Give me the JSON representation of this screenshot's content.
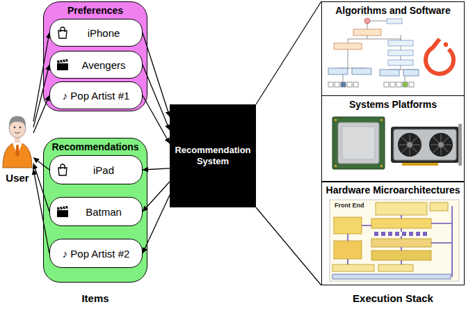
{
  "diagram": {
    "nodes": [
      {
        "text": [
          "Preferences"
        ]
      },
      {
        "text": [
          "iPhone"
        ],
        "in": 0
      },
      {
        "text": [
          "Avengers"
        ],
        "in": 0
      },
      {
        "text": [
          "♪ Pop Artist #1"
        ],
        "in": 0
      },
      {
        "text": [
          "Recommendations"
        ]
      },
      {
        "text": [
          "iPad"
        ],
        "in": 4
      },
      {
        "text": [
          "Batman"
        ],
        "in": 4
      },
      {
        "text": [
          "♪ Pop Artist #2"
        ],
        "in": 4
      },
      {
        "text": [
          "User"
        ]
      },
      {
        "text": [
          "Recommendation System"
        ]
      },
      {
        "text": [
          "Algorithms and Software"
        ]
      },
      {
        "text": [
          "Systems Platforms"
        ]
      },
      {
        "text": [
          "Hardware Microarchitectures"
        ]
      }
    ],
    "edges": [
      {
        "from": 8,
        "to": 1,
        "arrow": "to"
      },
      {
        "from": 8,
        "to": 2,
        "arrow": "to"
      },
      {
        "from": 8,
        "to": 3,
        "arrow": "to"
      },
      {
        "from": 1,
        "to": 9,
        "arrow": "to"
      },
      {
        "from": 2,
        "to": 9,
        "arrow": "to"
      },
      {
        "from": 3,
        "to": 9,
        "arrow": "to"
      },
      {
        "from": 9,
        "to": 5,
        "arrow": "to"
      },
      {
        "from": 9,
        "to": 6,
        "arrow": "to"
      },
      {
        "from": 9,
        "to": 7,
        "arrow": "to"
      },
      {
        "from": 5,
        "to": 8,
        "arrow": "to"
      },
      {
        "from": 6,
        "to": 8,
        "arrow": "to"
      },
      {
        "from": 7,
        "to": 8,
        "arrow": "to"
      }
    ],
    "labels": [
      "Items",
      "Execution Stack",
      "Front End"
    ]
  }
}
